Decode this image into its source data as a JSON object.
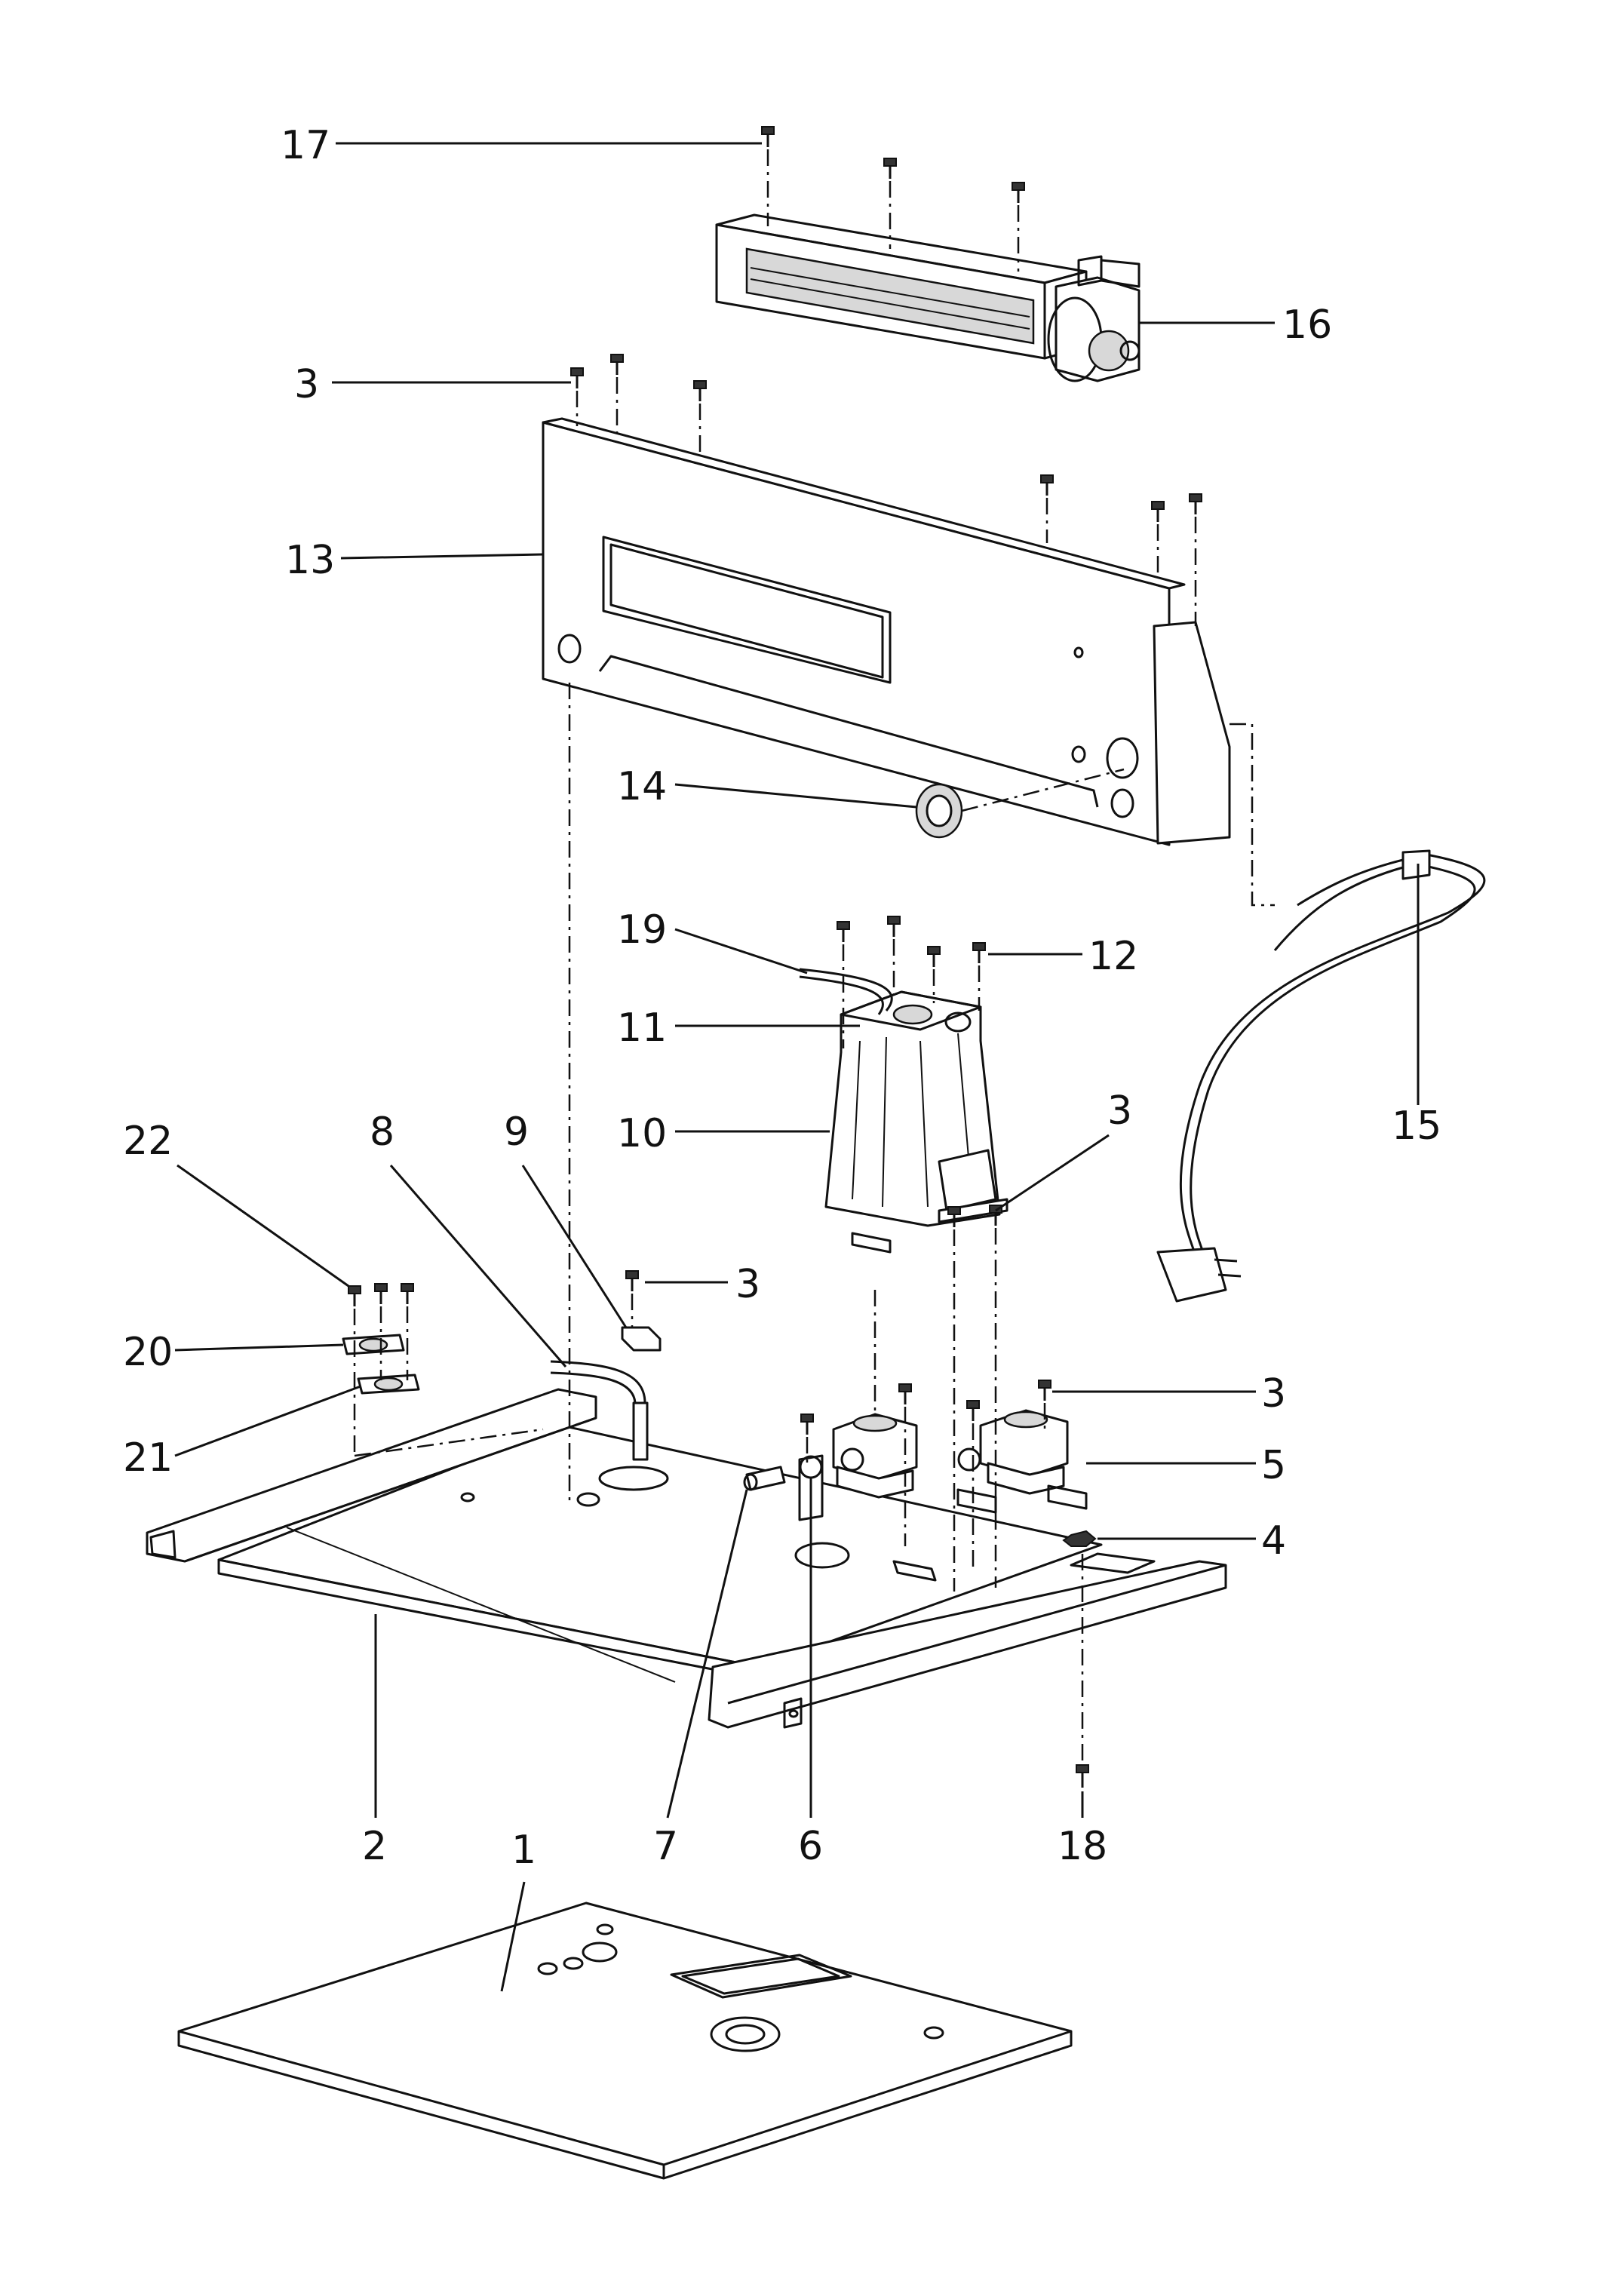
{
  "callouts": [
    {
      "id": "c17",
      "label": "17"
    },
    {
      "id": "c16",
      "label": "16"
    },
    {
      "id": "c3a",
      "label": "3"
    },
    {
      "id": "c13",
      "label": "13"
    },
    {
      "id": "c14",
      "label": "14"
    },
    {
      "id": "c19",
      "label": "19"
    },
    {
      "id": "c12",
      "label": "12"
    },
    {
      "id": "c11",
      "label": "11"
    },
    {
      "id": "c10",
      "label": "10"
    },
    {
      "id": "c3b",
      "label": "3"
    },
    {
      "id": "c15",
      "label": "15"
    },
    {
      "id": "c22",
      "label": "22"
    },
    {
      "id": "c8",
      "label": "8"
    },
    {
      "id": "c9",
      "label": "9"
    },
    {
      "id": "c3c",
      "label": "3"
    },
    {
      "id": "c20",
      "label": "20"
    },
    {
      "id": "c21",
      "label": "21"
    },
    {
      "id": "c3d",
      "label": "3"
    },
    {
      "id": "c5",
      "label": "5"
    },
    {
      "id": "c4",
      "label": "4"
    },
    {
      "id": "c2",
      "label": "2"
    },
    {
      "id": "c7",
      "label": "7"
    },
    {
      "id": "c6",
      "label": "6"
    },
    {
      "id": "c18",
      "label": "18"
    },
    {
      "id": "c1",
      "label": "1"
    }
  ]
}
